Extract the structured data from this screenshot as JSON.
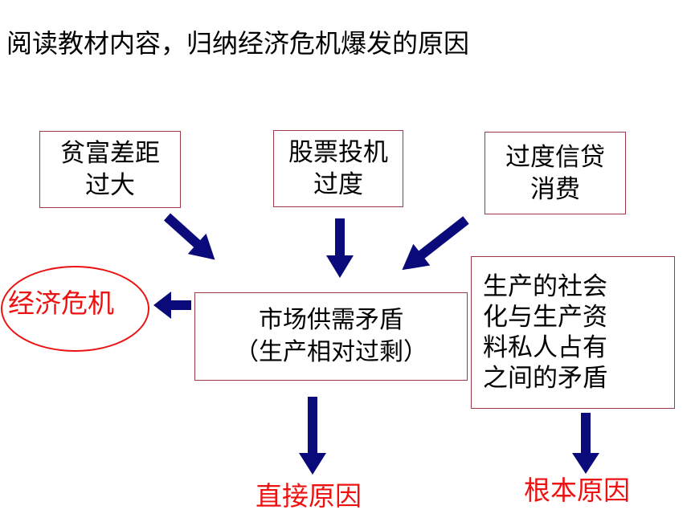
{
  "title": "阅读教材内容，归纳经济危机爆发的原因",
  "boxes": {
    "wealth_gap": {
      "line1": "贫富差距",
      "line2": "过大"
    },
    "stock_speculation": {
      "line1": "股票投机",
      "line2": "过度"
    },
    "credit_consumption": {
      "line1": "过度信贷",
      "line2": "消费"
    },
    "market_imbalance": {
      "line1": "市场供需矛盾",
      "line2": "（生产相对过剩）"
    },
    "root_contradiction": {
      "line1": "生产的社会",
      "line2": "化与生产资",
      "line3": "料私人占有",
      "line4": "之间的矛盾"
    }
  },
  "labels": {
    "crisis": "经济危机",
    "direct_cause": "直接原因",
    "root_cause": "根本原因"
  },
  "colors": {
    "arrow": "#0a0a7a",
    "box_border": "#9c3a48",
    "highlight": "#ee1111"
  }
}
